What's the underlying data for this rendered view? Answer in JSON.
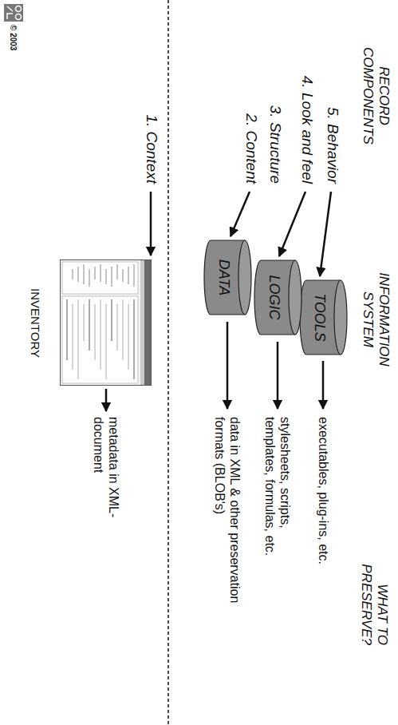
{
  "diagram": {
    "nodes": [
      {
        "text": [
          "TOOLS"
        ]
      },
      {
        "text": [
          "LOGIC"
        ]
      },
      {
        "text": [
          "DATA"
        ]
      },
      {
        "text": [
          "INVENTORY"
        ]
      }
    ],
    "labels": [
      "RECORD COMPONENTS",
      "INFORMATION SYSTEM",
      "WHAT TO PRESERVE?",
      "5. Behavior",
      "4. Look and feel",
      "3. Structure",
      "2. Content",
      "1. Context",
      "executables, plug-ins, etc.",
      "stylesheets, scripts, templates, formulas, etc.",
      "data in XML & other preservation formats (BLOB's)",
      "metadata in XML-document",
      "© 2003"
    ]
  }
}
